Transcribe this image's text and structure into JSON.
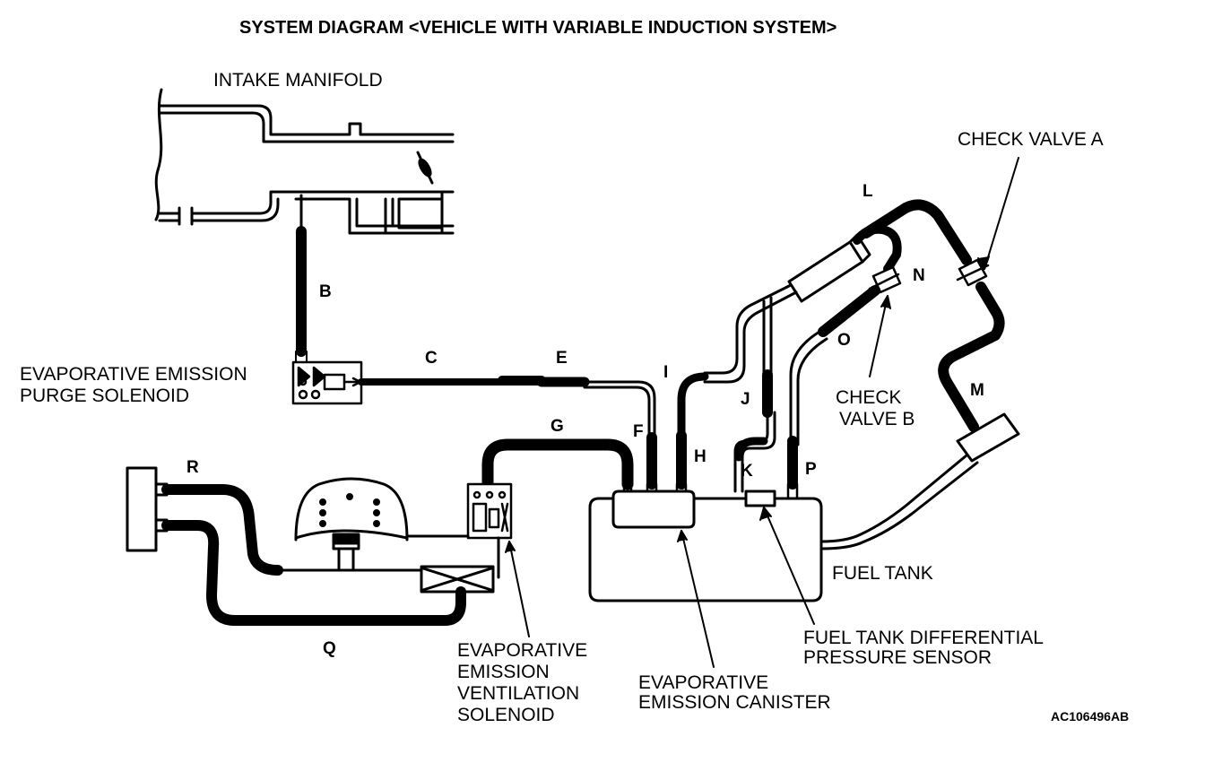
{
  "title": "SYSTEM DIAGRAM <VEHICLE WITH VARIABLE INDUCTION SYSTEM>",
  "components": {
    "intake_manifold": "INTAKE MANIFOLD",
    "purge_solenoid_line1": "EVAPORATIVE EMISSION",
    "purge_solenoid_line2": "PURGE SOLENOID",
    "check_valve_a": "CHECK VALVE A",
    "check_valve_b_line1": "CHECK",
    "check_valve_b_line2": "VALVE B",
    "fuel_tank": "FUEL TANK",
    "pressure_sensor_line1": "FUEL TANK DIFFERENTIAL",
    "pressure_sensor_line2": "PRESSURE SENSOR",
    "canister_line1": "EVAPORATIVE",
    "canister_line2": "EMISSION CANISTER",
    "ventilation_solenoid_line1": "EVAPORATIVE",
    "ventilation_solenoid_line2": "EMISSION",
    "ventilation_solenoid_line3": "VENTILATION",
    "ventilation_solenoid_line4": "SOLENOID"
  },
  "hoses": {
    "B": "B",
    "C": "C",
    "E": "E",
    "F": "F",
    "G": "G",
    "H": "H",
    "I": "I",
    "J": "J",
    "K": "K",
    "L": "L",
    "M": "M",
    "N": "N",
    "O": "O",
    "P": "P",
    "Q": "Q",
    "R": "R"
  },
  "figure_code": "AC106496AB"
}
